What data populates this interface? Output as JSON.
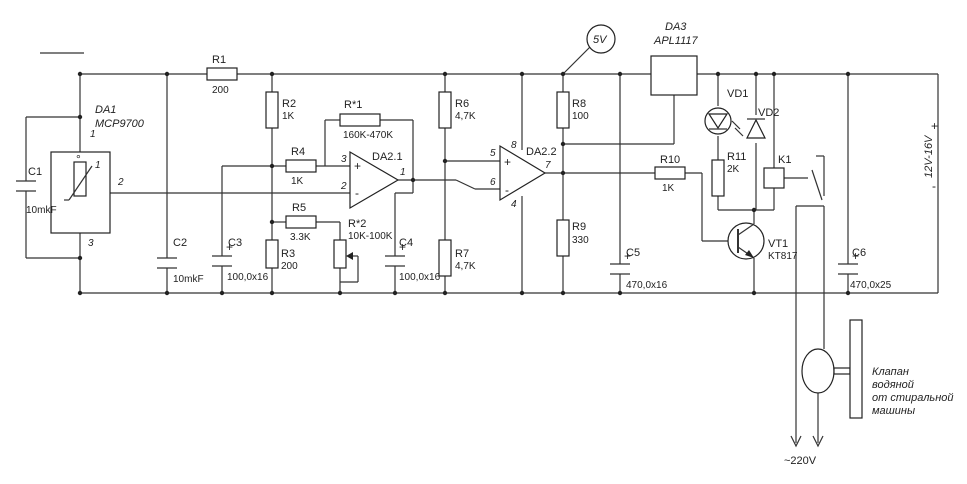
{
  "components": {
    "da1": {
      "ref": "DA1",
      "part": "MCP9700",
      "pins": [
        "1",
        "2",
        "3"
      ],
      "sensor_pin": "1"
    },
    "c1": {
      "ref": "C1",
      "value": "10mkF"
    },
    "c2": {
      "ref": "C2",
      "value": "10mkF"
    },
    "c3": {
      "ref": "C3",
      "value": "100,0x16",
      "polarity": "+"
    },
    "r1": {
      "ref": "R1",
      "value": "200"
    },
    "r2": {
      "ref": "R2",
      "value": "1K"
    },
    "r3": {
      "ref": "R3",
      "value": "200"
    },
    "r4": {
      "ref": "R4",
      "value": "1K"
    },
    "r5": {
      "ref": "R5",
      "value": "3.3K"
    },
    "r1s": {
      "ref": "R*1",
      "value": "160K-470K"
    },
    "r2s": {
      "ref": "R*2",
      "value": "10K-100K"
    },
    "da21": {
      "ref": "DA2.1",
      "pins": [
        "3",
        "2",
        "1"
      ],
      "plus": "+",
      "minus": "-"
    },
    "c4": {
      "ref": "C4",
      "value": "100,0x16",
      "polarity": "+"
    },
    "r6": {
      "ref": "R6",
      "value": "4,7K"
    },
    "r7": {
      "ref": "R7",
      "value": "4,7K"
    },
    "da22": {
      "ref": "DA2.2",
      "pins": [
        "5",
        "6",
        "7",
        "8",
        "4"
      ],
      "plus": "+",
      "minus": "-"
    },
    "v5": {
      "label": "5V"
    },
    "da3": {
      "ref": "DA3",
      "part": "APL1117"
    },
    "r8": {
      "ref": "R8",
      "value": "100"
    },
    "r9": {
      "ref": "R9",
      "value": "330"
    },
    "c5": {
      "ref": "C5",
      "value": "470,0x16",
      "polarity": "+"
    },
    "r10": {
      "ref": "R10",
      "value": "1K"
    },
    "vd1": {
      "ref": "VD1"
    },
    "vd2": {
      "ref": "VD2"
    },
    "r11": {
      "ref": "R11",
      "value": "2K"
    },
    "k1": {
      "ref": "K1"
    },
    "vt1": {
      "ref": "VT1",
      "part": "KT817"
    },
    "c6": {
      "ref": "C6",
      "value": "470,0x25",
      "polarity": "+"
    }
  },
  "supply": {
    "label": "12V-16V",
    "plus": "+",
    "minus": "-"
  },
  "mains": {
    "label": "~220V"
  },
  "valve": {
    "lines": [
      "Клапан",
      "водяной",
      "от стиральной",
      "машины"
    ]
  }
}
